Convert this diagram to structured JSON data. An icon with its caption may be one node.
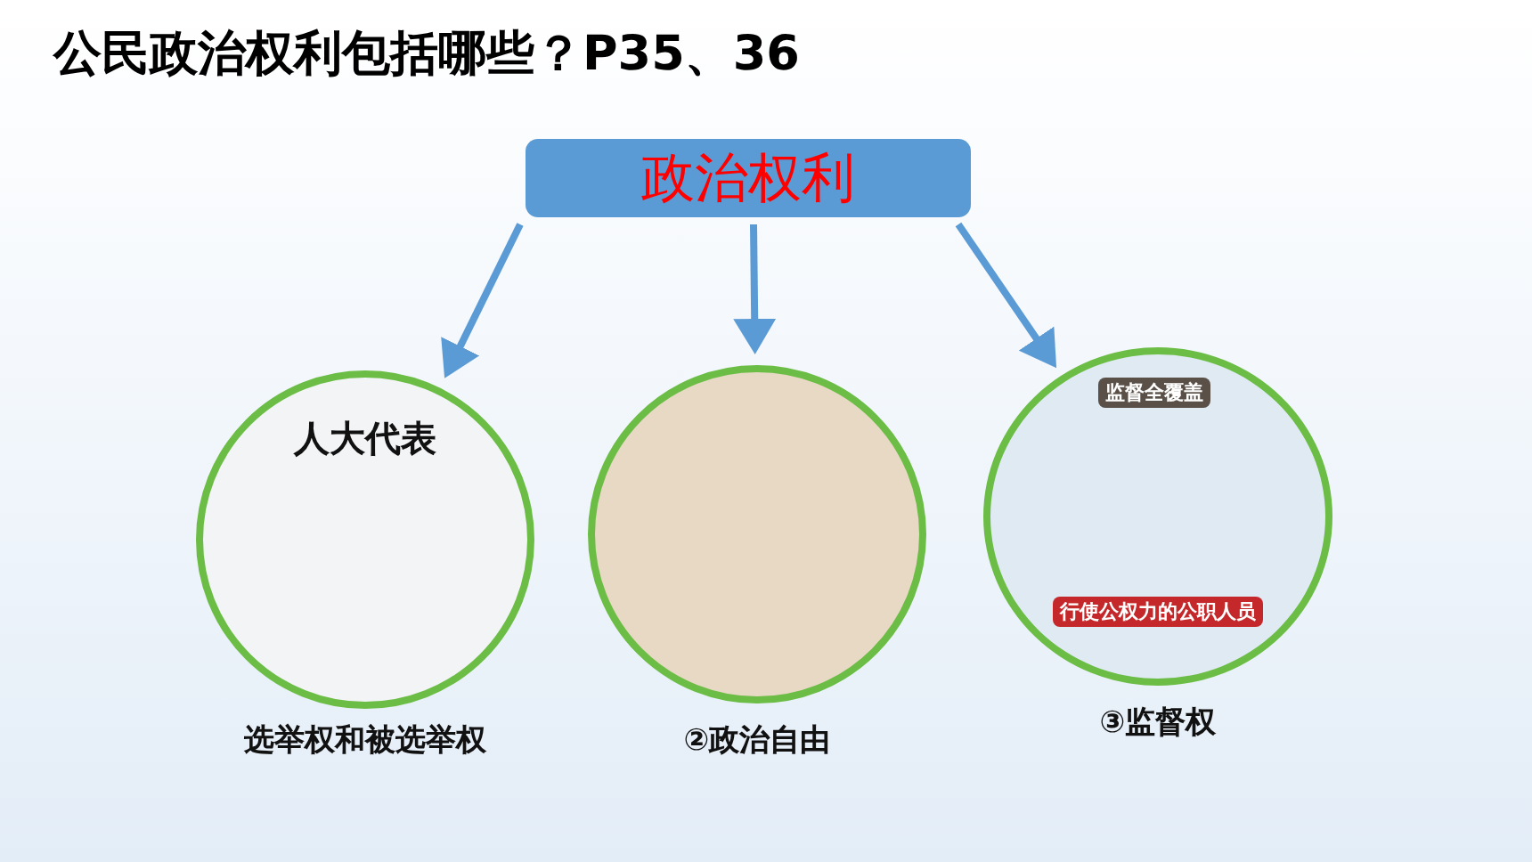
{
  "diagram": {
    "title": "公民政治权利包括哪些？P35、36",
    "nodes": [
      {
        "text": [
          "政治权利"
        ]
      },
      {
        "text": [],
        "shape": "circle",
        "beside": [
          "选举权和被选举权"
        ]
      },
      {
        "text": [],
        "shape": "circle",
        "beside": [
          "②政治自由"
        ]
      },
      {
        "text": [],
        "shape": "circle",
        "beside": [
          "③监督权"
        ]
      }
    ],
    "edges": [
      {
        "from": 0,
        "to": 1,
        "arrow": "to"
      },
      {
        "from": 0,
        "to": 2,
        "arrow": "to"
      },
      {
        "from": 0,
        "to": 3,
        "arrow": "to"
      }
    ],
    "labels": [
      "人大代表",
      "监督全覆盖",
      "行使公权力的公职人员"
    ]
  }
}
